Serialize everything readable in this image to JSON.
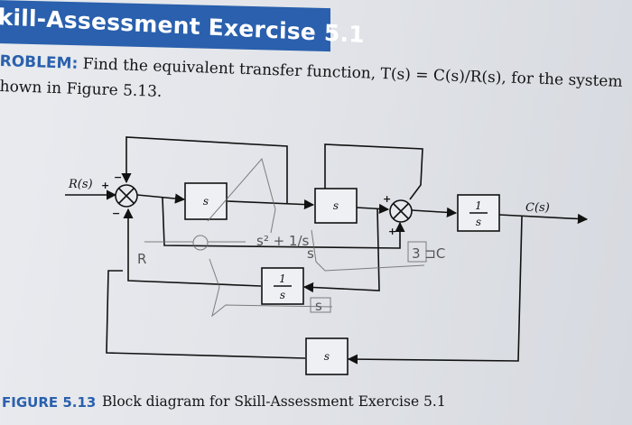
{
  "header": {
    "title": "kill-Assessment Exercise 5.1"
  },
  "problem": {
    "label": "ROBLEM:",
    "line1": "Find the equivalent transfer function, T(s) = C(s)/R(s), for the system",
    "line2": "hown in Figure 5.13."
  },
  "diagram": {
    "input_label": "R(s)",
    "output_label": "C(s)",
    "blocks": {
      "forward_1": "s",
      "forward_2": "s",
      "forward_3_num": "1",
      "forward_3_den": "s",
      "feedback_inner_num": "1",
      "feedback_inner_den": "s",
      "feedback_outer": "s"
    },
    "signs": {
      "sum1_top": "−",
      "sum1_left": "+",
      "sum1_bottom": "−",
      "sum2_left": "+",
      "sum2_bottom": "+"
    },
    "pencil_notes": {
      "note1": "s² + 1/s",
      "note2": "s",
      "note3": "s",
      "note4": "3 ⊐C",
      "note5": "R"
    }
  },
  "caption": {
    "label": "FIGURE 5.13",
    "text": "Block diagram for Skill-Assessment Exercise 5.1"
  }
}
